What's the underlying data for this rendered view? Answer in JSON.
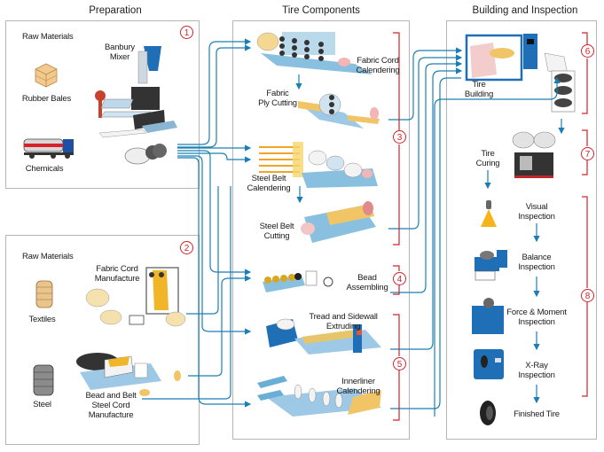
{
  "sections": {
    "preparation": {
      "title": "Preparation"
    },
    "components": {
      "title": "Tire Components"
    },
    "building": {
      "title": "Building and Inspection"
    }
  },
  "panel1": {
    "step": "1",
    "raw_materials": "Raw Materials",
    "rubber_bales": "Rubber Bales",
    "chemicals": "Chemicals",
    "banbury_mixer": "Banbury\nMixer"
  },
  "panel2": {
    "step": "2",
    "raw_materials": "Raw Materials",
    "textiles": "Textiles",
    "steel": "Steel",
    "fabric_cord_manufacture": "Fabric Cord\nManufacture",
    "bead_belt_manufacture": "Bead and Belt\nSteel Cord\nManufacture"
  },
  "components": {
    "fabric_cord_calendering": "Fabric Cord\nCalendering",
    "fabric_ply_cutting": "Fabric\nPly Cutting",
    "steel_belt_calendering": "Steel Belt\nCalendering",
    "steel_belt_cutting": "Steel Belt\nCutting",
    "bead_assembling": "Bead\nAssembling",
    "tread_sidewall_extruding": "Tread and Sidewall\nExtruding",
    "innerliner_calendering": "Innerliner\nCalendering",
    "steps": {
      "s3": "3",
      "s4": "4",
      "s5": "5"
    }
  },
  "building": {
    "tire_building": "Tire\nBuilding",
    "tire_curing": "Tire\nCuring",
    "visual_inspection": "Visual\nInspection",
    "balance_inspection": "Balance\nInspection",
    "force_moment_inspection": "Force & Moment\nInspection",
    "xray_inspection": "X-Ray\nInspection",
    "finished_tire": "Finished Tire",
    "steps": {
      "s6": "6",
      "s7": "7",
      "s8": "8"
    }
  },
  "colors": {
    "flow_line": "#1b7fb5",
    "step_marker": "#d1232a",
    "panel_border": "#b5b5b5"
  }
}
